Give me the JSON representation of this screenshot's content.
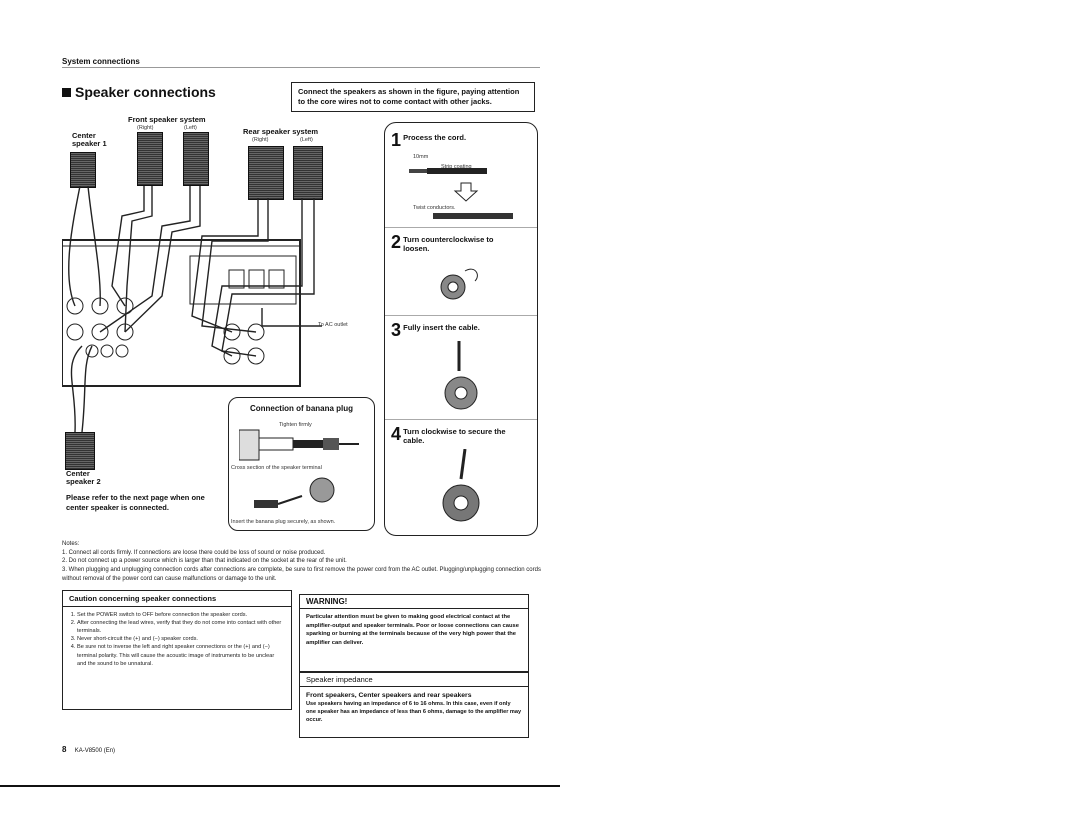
{
  "header": {
    "section": "System connections"
  },
  "title": "Speaker connections",
  "intro": "Connect the speakers as shown in the figure, paying attention to the core wires not to come contact with other jacks.",
  "diagram": {
    "front_label": "Front speaker system",
    "right": "(Right)",
    "left": "(Left)",
    "center1": "Center speaker 1",
    "rear_label": "Rear speaker system",
    "rear_right": "(Right)",
    "rear_left": "(Left)",
    "to_ac": "To AC outlet",
    "center2": "Center speaker 2",
    "refer": "Please refer to the next page when one center speaker is connected."
  },
  "steps": [
    {
      "num": "1",
      "text": "Process the cord.",
      "sub1": "10mm",
      "sub2": "Strip coating",
      "sub3": "Twist conductors."
    },
    {
      "num": "2",
      "text": "Turn counterclockwise to loosen."
    },
    {
      "num": "3",
      "text": "Fully insert the cable."
    },
    {
      "num": "4",
      "text": "Turn clockwise to secure the cable."
    }
  ],
  "banana": {
    "title": "Connection of banana plug",
    "tighten": "Tighten firmly",
    "cross": "Cross section of the speaker terminal",
    "insert": "Insert the banana plug securely, as shown."
  },
  "notes": {
    "heading": "Notes:",
    "items": [
      "1. Connect all cords firmly. If connections are loose there could be loss of sound or noise produced.",
      "2. Do not connect up a power source which is larger than that indicated on the socket at the rear of the unit.",
      "3. When plugging and unplugging connection cords after connections are complete, be sure to first remove the power cord from the AC outlet. Plugging/unplugging connection cords without removal of the power cord can cause malfunctions or damage to the unit."
    ]
  },
  "caution": {
    "title": "Caution concerning speaker connections",
    "items": [
      "Set the POWER switch to OFF before connection the speaker cords.",
      "After connecting the lead wires, verify that they do not come into contact with other terminals.",
      "Never short-circuit the (+) and (−) speaker cords.",
      "Be sure not to inverse the left and right speaker connections or the (+) and (−) terminal polarity. This will cause the acoustic image of instruments to be unclear and the sound to be unnatural."
    ]
  },
  "warning": {
    "title": "WARNING!",
    "text": "Particular attention must be given to making good electrical contact at the amplifier-output and speaker terminals. Poor or loose connections can cause sparking or burning at the terminals because of the very high power that the amplifier can deliver."
  },
  "impedance": {
    "title": "Speaker impedance",
    "subtitle": "Front speakers, Center speakers and rear speakers",
    "text": "Use speakers having an impedance of 6 to 16 ohms. In this case, even if only one speaker has an impedance of less than 6 ohms, damage to the amplifier may occur."
  },
  "footer": {
    "page": "8",
    "model": "KA-V8500 (En)"
  }
}
